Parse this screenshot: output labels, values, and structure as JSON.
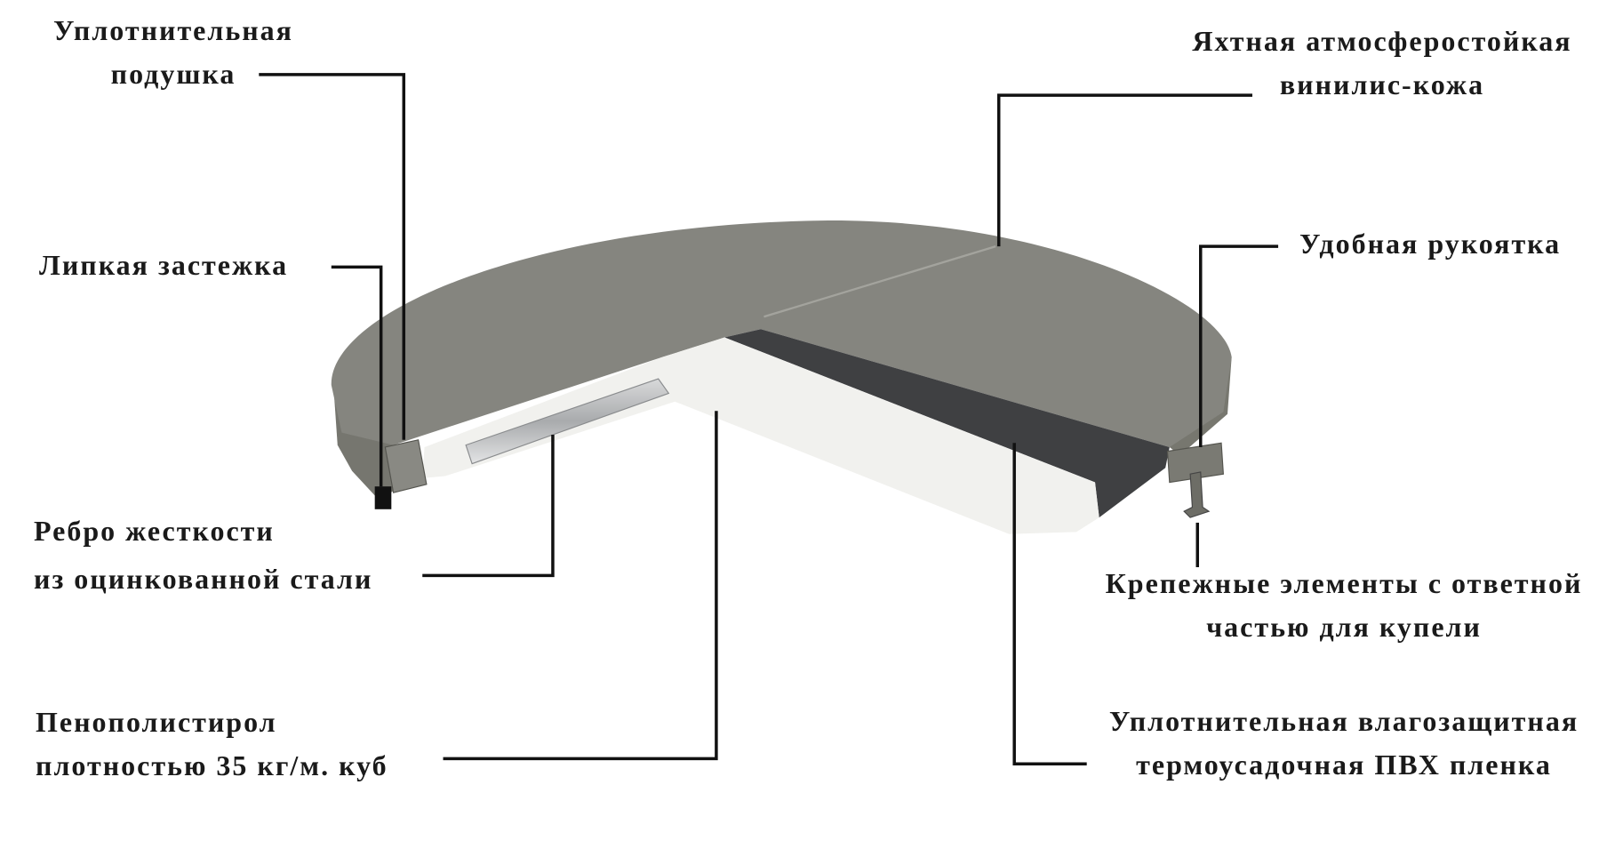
{
  "labels": {
    "sealing_cushion": [
      "Уплотнительная",
      "подушка"
    ],
    "velcro": [
      "Липкая застежка"
    ],
    "steel_rib": [
      "Ребро жесткости",
      "из оцинкованной стали"
    ],
    "foam": [
      "Пенополистирол",
      "плотностью 35 кг/м. куб"
    ],
    "vinyl": [
      "Яхтная атмосферостойкая",
      "винилис-кожа"
    ],
    "handle": [
      "Удобная рукоятка"
    ],
    "fasteners": [
      "Крепежные элементы с ответной",
      "частью для купели"
    ],
    "pvc_film": [
      "Уплотнительная влагозащитная",
      "термоусадочная ПВХ пленка"
    ]
  },
  "colors": {
    "vinyl": "#85857f",
    "pvc": "#3f4042",
    "foam": "#f1f1ee",
    "leader": "#111111"
  }
}
